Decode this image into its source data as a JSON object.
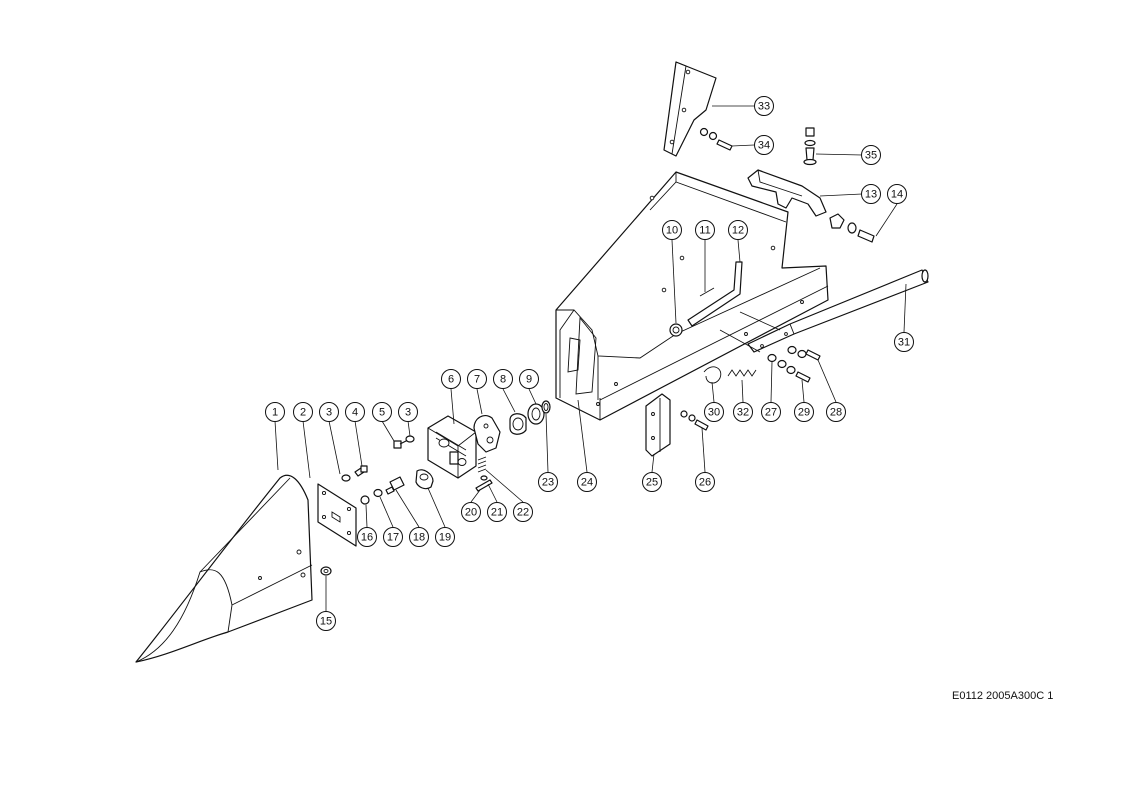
{
  "drawing": {
    "code": "E0112 2005A300C 1",
    "callouts": [
      "1",
      "2",
      "3",
      "4",
      "5",
      "3",
      "6",
      "7",
      "8",
      "9",
      "10",
      "11",
      "12",
      "13",
      "14",
      "15",
      "16",
      "17",
      "18",
      "19",
      "20",
      "21",
      "22",
      "23",
      "24",
      "25",
      "26",
      "27",
      "28",
      "29",
      "30",
      "31",
      "32",
      "33",
      "34",
      "35"
    ]
  }
}
